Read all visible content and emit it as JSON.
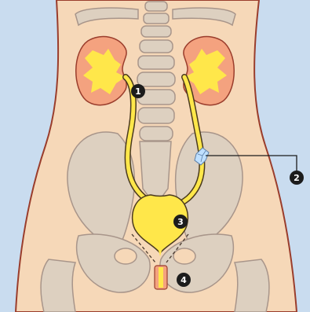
{
  "diagram": {
    "colors": {
      "background": "#c9dcef",
      "skin": "#f6d8b8",
      "outline": "#9a3d2c",
      "bone": "#ddd0c0",
      "bone_outline": "#a8958a",
      "kidney": "#f4a27f",
      "urine": "#ffe74a",
      "ureter_outline": "#4a3a1e",
      "stone": "#bfe0ff",
      "marker": "#1c1c1c",
      "marker_text": "#ffffff"
    },
    "markers": [
      {
        "id": "m1",
        "label": "1"
      },
      {
        "id": "m2",
        "label": "2"
      },
      {
        "id": "m3",
        "label": "3"
      },
      {
        "id": "m4",
        "label": "4"
      }
    ]
  }
}
